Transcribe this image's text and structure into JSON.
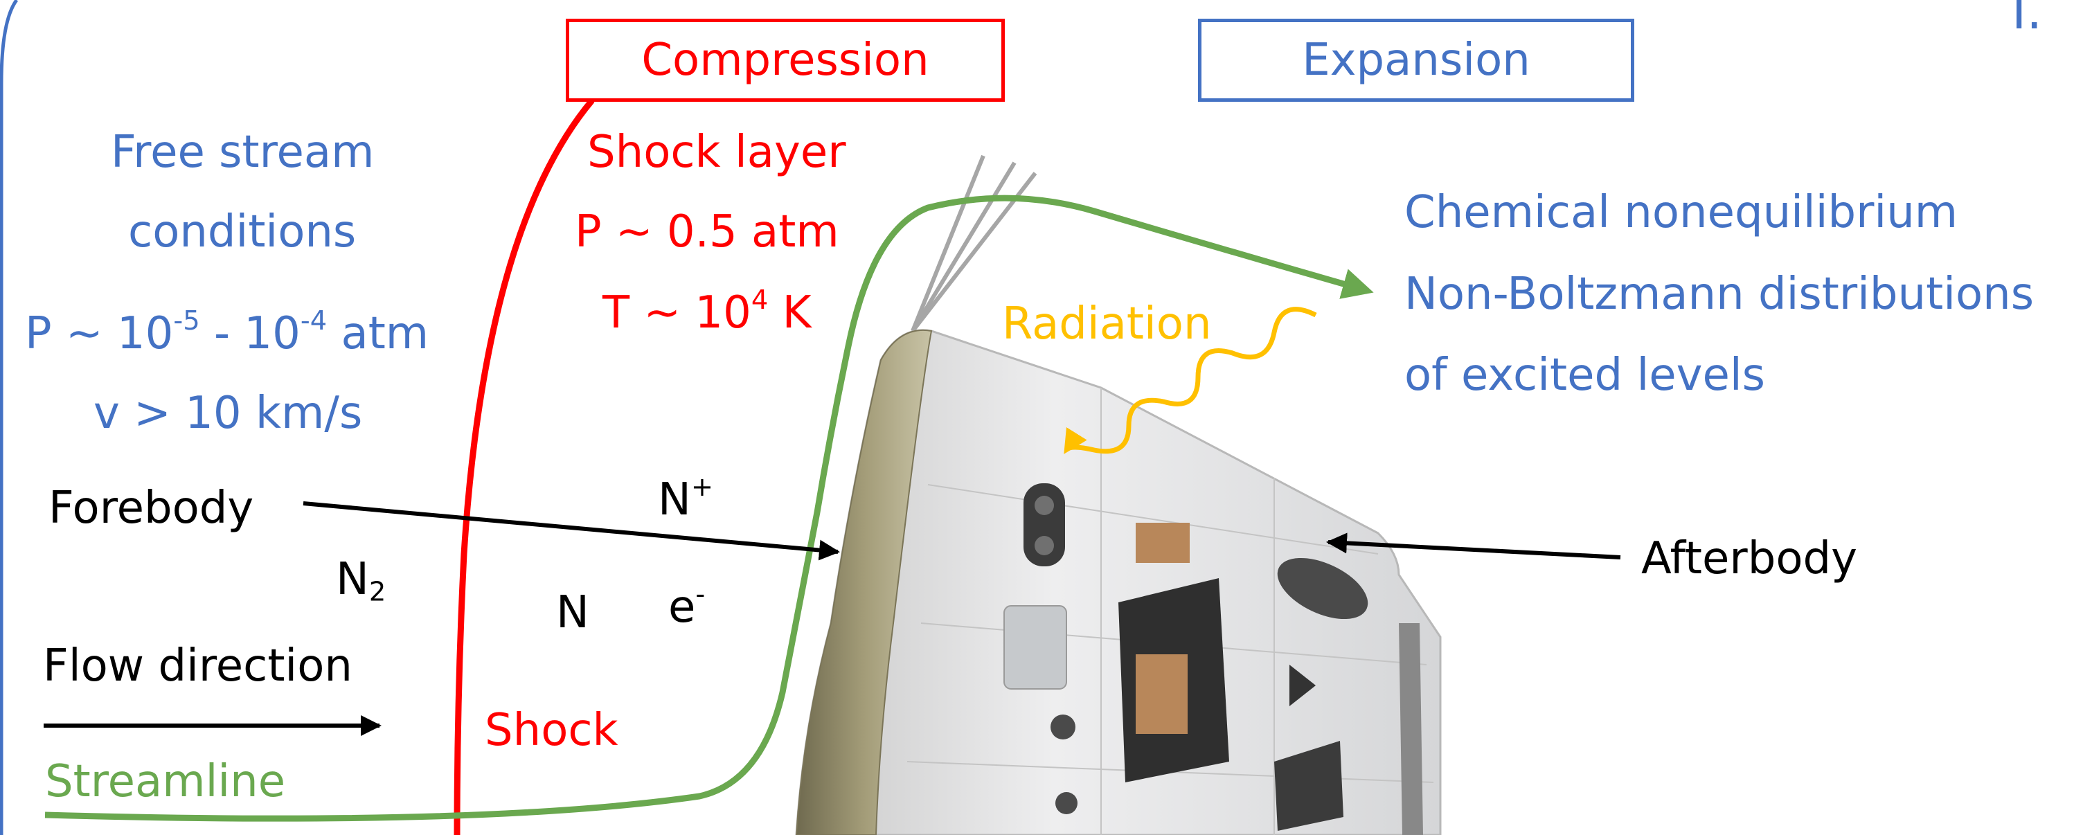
{
  "labels": {
    "compression": "Compression",
    "expansion": "Expansion",
    "free_stream_line1": "Free stream",
    "free_stream_line2": "conditions",
    "free_stream_pressure_prefix": "P ∼ 10",
    "free_stream_pressure_exp1": "-5",
    "free_stream_pressure_mid": " - 10",
    "free_stream_pressure_exp2": "-4",
    "free_stream_pressure_unit": " atm",
    "free_stream_velocity": "v > 10 km/s",
    "shock_layer_title": "Shock layer",
    "shock_layer_pressure": "P ∼ 0.5 atm",
    "shock_layer_temp_prefix": "T ∼ 10",
    "shock_layer_temp_exp": "4",
    "shock_layer_temp_unit": " K",
    "radiation": "Radiation",
    "nonequilibrium_line1": "Chemical nonequilibrium",
    "nonequilibrium_line2": "Non-Boltzmann distributions",
    "nonequilibrium_line3": "of excited levels",
    "forebody": "Forebody",
    "afterbody": "Afterbody",
    "n_plus_base": "N",
    "n_plus_sup": "+",
    "n2_base": "N",
    "n2_sub": "2",
    "n_atom": "N",
    "electron_base": "e",
    "electron_sup": "-",
    "flow_direction": "Flow direction",
    "shock": "Shock",
    "streamline": "Streamline",
    "corner_fragment": "I."
  },
  "colors": {
    "blue": "#4472c4",
    "red": "#ff0000",
    "green": "#6aa84f",
    "orange": "#ffc000",
    "black": "#000000",
    "capsule_hull": "#e6e7e9",
    "capsule_heatshield": "#8b8462"
  },
  "icons": {
    "vehicle": "reentry-capsule-icon",
    "radiation_wave": "wavy-arrow-icon"
  }
}
